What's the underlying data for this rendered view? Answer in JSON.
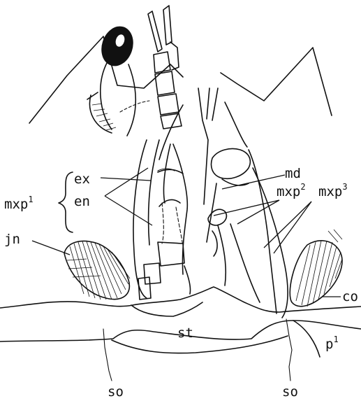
{
  "labels": {
    "ex": "ex",
    "en": "en",
    "md": "md",
    "mxp": "mxp",
    "sup1": "1",
    "sup2": "2",
    "sup3": "3",
    "jn": "jn",
    "co": "co",
    "st": "st",
    "p": "p",
    "p_sup": "1",
    "so": "so"
  }
}
